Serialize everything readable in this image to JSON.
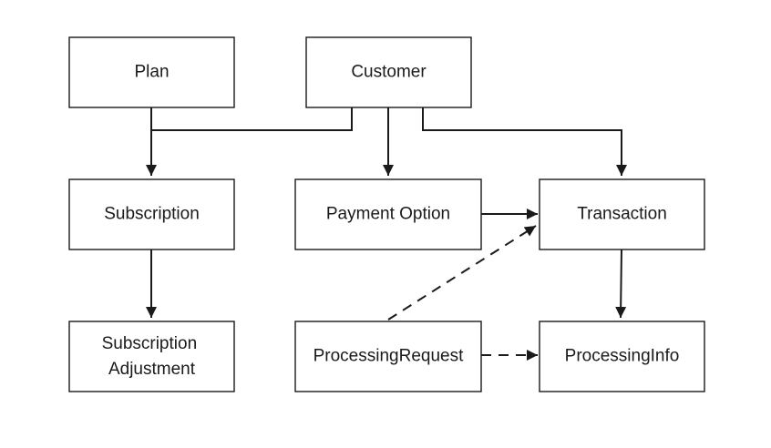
{
  "nodes": {
    "plan": {
      "label": "Plan"
    },
    "customer": {
      "label": "Customer"
    },
    "subscription": {
      "label": "Subscription"
    },
    "payment_option": {
      "label": "Payment Option"
    },
    "transaction": {
      "label": "Transaction"
    },
    "subscription_adjustment": {
      "label_lines": [
        "Subscription",
        "Adjustment"
      ]
    },
    "processing_request": {
      "label": "ProcessingRequest"
    },
    "processing_info": {
      "label": "ProcessingInfo"
    }
  },
  "edges": [
    {
      "from": "plan",
      "to": "subscription",
      "style": "solid"
    },
    {
      "from": "customer",
      "to": "subscription",
      "style": "solid"
    },
    {
      "from": "customer",
      "to": "payment_option",
      "style": "solid"
    },
    {
      "from": "customer",
      "to": "transaction",
      "style": "solid"
    },
    {
      "from": "payment_option",
      "to": "transaction",
      "style": "solid"
    },
    {
      "from": "subscription",
      "to": "subscription_adjustment",
      "style": "solid"
    },
    {
      "from": "transaction",
      "to": "processing_info",
      "style": "solid"
    },
    {
      "from": "processing_request",
      "to": "transaction",
      "style": "dashed"
    },
    {
      "from": "processing_request",
      "to": "processing_info",
      "style": "dashed"
    }
  ]
}
